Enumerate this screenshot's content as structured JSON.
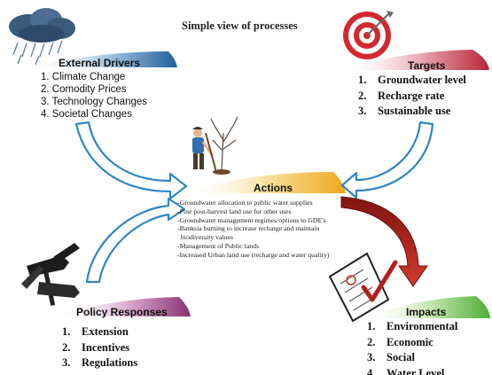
{
  "title": "Simple view of processes",
  "colors": {
    "arrow_blue": "#2f86c6",
    "arrow_red": "#b3201b",
    "band_blue": "#1f5f9a",
    "band_red": "#c0394b",
    "band_yellow": "#f0b429",
    "band_green": "#5fb845",
    "band_purple": "#8e3a78"
  },
  "external_drivers": {
    "heading": "External Drivers",
    "icon": "storm-cloud-icon",
    "items": [
      {
        "num": "1.",
        "text": "Climate Change"
      },
      {
        "num": "2.",
        "text": "Comodity Prices"
      },
      {
        "num": "3.",
        "text": "Technology Changes"
      },
      {
        "num": "4.",
        "text": "Societal Changes"
      }
    ]
  },
  "targets": {
    "heading": "Targets",
    "icon": "target-icon",
    "items": [
      {
        "num": "1.",
        "text": "Groundwater level"
      },
      {
        "num": "2.",
        "text": "Recharge rate"
      },
      {
        "num": "3.",
        "text": "Sustainable use"
      }
    ]
  },
  "actions": {
    "heading": "Actions",
    "icon": "farmer-planting-tree-icon",
    "items": [
      "-Groundwater allocation to public water supplies",
      "-Pine post-harvest land use for other uses",
      "-Groundwater management regimes/options to GDE's",
      "-Banksia burning to increase recharge and maintain",
      "  biodiversity values",
      "-Management of Public lands",
      "-Increased Urban land use (recharge and water quality)"
    ]
  },
  "policy_responses": {
    "heading": "Policy Responses",
    "icon": "signpost-icon",
    "items": [
      {
        "num": "1.",
        "text": "Extension"
      },
      {
        "num": "2.",
        "text": "Incentives"
      },
      {
        "num": "3.",
        "text": "Regulations"
      }
    ]
  },
  "impacts": {
    "heading": "Impacts",
    "icon": "checklist-icon",
    "items": [
      {
        "num": "1.",
        "text": "Environmental"
      },
      {
        "num": "2.",
        "text": "Economic"
      },
      {
        "num": "3.",
        "text": "Social"
      },
      {
        "num": "4.",
        "text": "Water Level"
      }
    ]
  }
}
